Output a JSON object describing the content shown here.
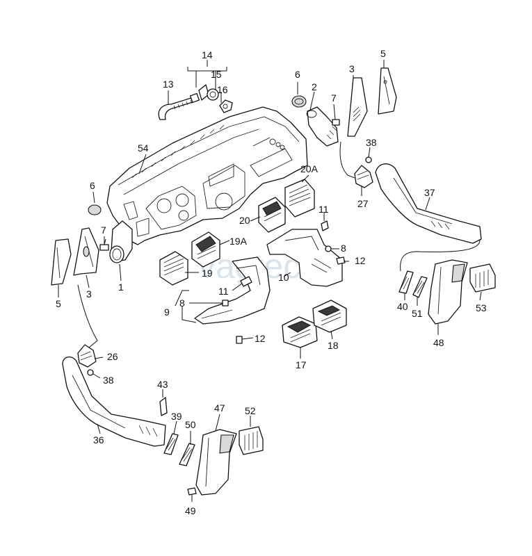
{
  "watermark": "vagtec.ru",
  "callouts": {
    "c1": "1",
    "c2": "2",
    "c3_left": "3",
    "c3_right": "3",
    "c5_left": "5",
    "c5_right": "5",
    "c6_left": "6",
    "c6_top": "6",
    "c7_left": "7",
    "c7_top": "7",
    "c8_right": "8",
    "c8_mid": "8",
    "c9": "9",
    "c10": "10",
    "c11_right": "11",
    "c11_mid": "11",
    "c12_right": "12",
    "c12_lower": "12",
    "c13": "13",
    "c14": "14",
    "c15": "15",
    "c16": "16",
    "c17": "17",
    "c18": "18",
    "c19": "19",
    "c19a": "19A",
    "c20": "20",
    "c20a": "20A",
    "c26": "26",
    "c27": "27",
    "c36": "36",
    "c37": "37",
    "c38_right": "38",
    "c38_left": "38",
    "c39": "39",
    "c40": "40",
    "c43": "43",
    "c47": "47",
    "c48": "48",
    "c49": "49",
    "c50": "50",
    "c51": "51",
    "c52": "52",
    "c53": "53",
    "c54": "54"
  }
}
